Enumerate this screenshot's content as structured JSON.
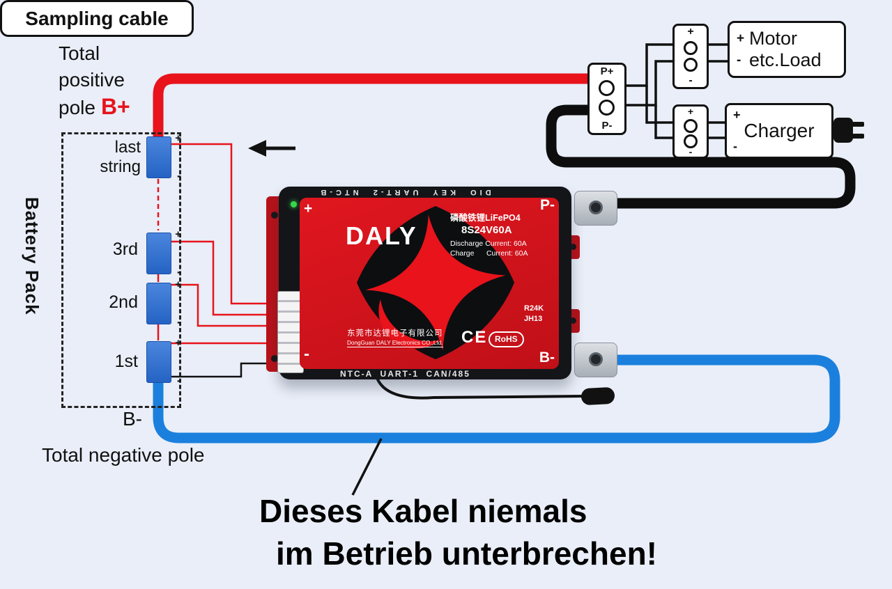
{
  "colors": {
    "cable_red": "#e8131b",
    "cable_blue": "#1b80dd",
    "cable_black": "#0d0d0d",
    "bms_red": "#d8161f"
  },
  "pole_positive": {
    "line1": "Total",
    "line2": "positive",
    "line3": "pole",
    "terminal": "B+"
  },
  "battery": {
    "pack_label": "Battery Pack",
    "cells": [
      {
        "label": "last string"
      },
      {
        "label": "3rd"
      },
      {
        "label": "2nd"
      },
      {
        "label": "1st"
      }
    ],
    "plus": "+",
    "minus": "-",
    "terminal_negative": "B-",
    "negative_pole_label": "Total negative pole"
  },
  "sampling": {
    "label": "Sampling cable"
  },
  "bms": {
    "top_ports": "DIO  KEY  UART-2  NTC-B",
    "brand": "DALY",
    "chemistry": "磷酸铁锂LiFePO4",
    "model": "8S24V60A",
    "discharge": "Discharge Current: 60A",
    "charge": "Charge      Current: 60A",
    "terminal_p": "P-",
    "terminal_b": "B-",
    "code_line1": "R24K",
    "code_line2": "JH13",
    "company_cn": "东莞市达锂电子有限公司",
    "company_en": "DongGuan DALY Electronics CO.,Ltd.",
    "ce_mark": "CE",
    "rohs_mark": "RoHS",
    "bottom_ports": "NTC-A  UART-1  CAN/485",
    "plus": "+",
    "minus": "-"
  },
  "output": {
    "p_plus": "P+",
    "p_minus": "P-",
    "motor": {
      "plus": "+",
      "minus": "-",
      "line1": "Motor",
      "line2": "etc.Load"
    },
    "charger": {
      "plus": "+",
      "minus": "-",
      "label": "Charger"
    }
  },
  "warning": {
    "line1": "Dieses Kabel niemals",
    "line2": "im Betrieb unterbrechen!"
  }
}
